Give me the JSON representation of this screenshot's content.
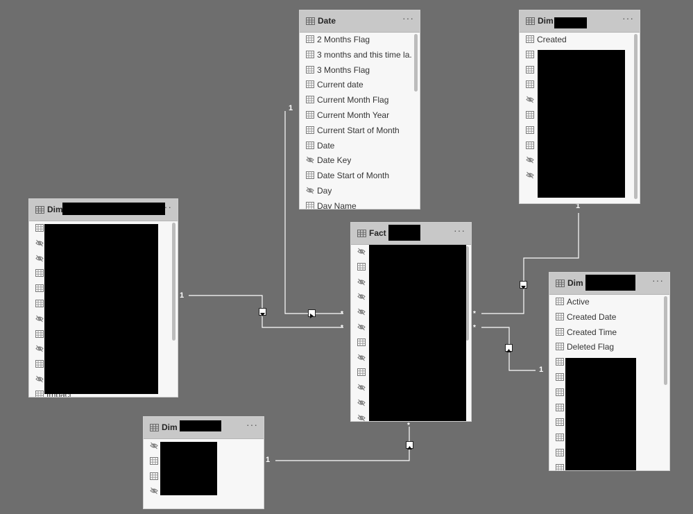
{
  "tables": {
    "date": {
      "title": "Date",
      "fields": [
        {
          "label": "2 Months Flag",
          "icon": "table-column-icon"
        },
        {
          "label": "3 months and this time la...",
          "icon": "table-column-icon"
        },
        {
          "label": "3 Months Flag",
          "icon": "table-column-icon"
        },
        {
          "label": "Current date",
          "icon": "table-column-icon"
        },
        {
          "label": "Current Month Flag",
          "icon": "table-column-icon"
        },
        {
          "label": "Current Month Year",
          "icon": "table-column-icon"
        },
        {
          "label": "Current Start of Month",
          "icon": "table-column-icon"
        },
        {
          "label": "Date",
          "icon": "table-column-icon"
        },
        {
          "label": "Date Key",
          "icon": "hidden-eye-icon"
        },
        {
          "label": "Date Start of Month",
          "icon": "table-column-icon"
        },
        {
          "label": "Day",
          "icon": "hidden-eye-icon"
        },
        {
          "label": "Day Name",
          "icon": "table-column-icon"
        }
      ]
    },
    "dim_top_right": {
      "title": "Dim",
      "fields": [
        {
          "label": "Created",
          "icon": "table-column-icon"
        },
        {
          "label": "",
          "icon": "table-column-icon"
        },
        {
          "label": "",
          "icon": "table-column-icon"
        },
        {
          "label": "",
          "icon": "table-column-icon"
        },
        {
          "label": "",
          "icon": "hidden-eye-icon"
        },
        {
          "label": "",
          "icon": "table-column-icon"
        },
        {
          "label": "",
          "icon": "table-column-icon"
        },
        {
          "label": "",
          "icon": "table-column-icon"
        },
        {
          "label": "",
          "icon": "hidden-eye-icon"
        },
        {
          "label": "",
          "icon": "hidden-eye-icon"
        }
      ]
    },
    "dim_left": {
      "title": "Dim",
      "fields": [
        {
          "label": "",
          "icon": "table-column-icon"
        },
        {
          "label": "",
          "icon": "hidden-eye-icon"
        },
        {
          "label": "",
          "icon": "hidden-eye-icon"
        },
        {
          "label": "",
          "icon": "table-column-icon"
        },
        {
          "label": "",
          "icon": "table-column-icon"
        },
        {
          "label": "",
          "icon": "table-column-icon"
        },
        {
          "label": "",
          "icon": "hidden-eye-icon"
        },
        {
          "label": "",
          "icon": "table-column-icon"
        },
        {
          "label": "",
          "icon": "hidden-eye-icon"
        },
        {
          "label": "",
          "icon": "table-column-icon"
        },
        {
          "label": "",
          "icon": "hidden-eye-icon"
        },
        {
          "label": "Impact",
          "icon": "table-column-icon"
        }
      ]
    },
    "fact": {
      "title": "Fact E",
      "fields": [
        {
          "label": "",
          "icon": "hidden-eye-icon"
        },
        {
          "label": "",
          "icon": "table-column-icon"
        },
        {
          "label": "",
          "icon": "hidden-eye-icon"
        },
        {
          "label": "",
          "icon": "hidden-eye-icon"
        },
        {
          "label": "",
          "icon": "hidden-eye-icon"
        },
        {
          "label": "",
          "icon": "hidden-eye-icon"
        },
        {
          "label": "",
          "icon": "table-column-icon"
        },
        {
          "label": "",
          "icon": "hidden-eye-icon"
        },
        {
          "label": "",
          "icon": "table-column-icon"
        },
        {
          "label": "",
          "icon": "hidden-eye-icon"
        },
        {
          "label": "",
          "icon": "hidden-eye-icon"
        },
        {
          "label": "",
          "icon": "hidden-eye-icon"
        }
      ]
    },
    "dim_s": {
      "title": "Dim S",
      "fields": [
        {
          "label": "Active",
          "icon": "table-column-icon"
        },
        {
          "label": "Created Date",
          "icon": "table-column-icon"
        },
        {
          "label": "Created Time",
          "icon": "table-column-icon"
        },
        {
          "label": "Deleted Flag",
          "icon": "table-column-icon"
        },
        {
          "label": "",
          "icon": "table-column-icon"
        },
        {
          "label": "",
          "icon": "table-column-icon"
        },
        {
          "label": "",
          "icon": "table-column-icon"
        },
        {
          "label": "",
          "icon": "table-column-icon"
        },
        {
          "label": "",
          "icon": "table-column-icon"
        },
        {
          "label": "",
          "icon": "table-column-icon"
        },
        {
          "label": "",
          "icon": "table-column-icon"
        },
        {
          "label": "",
          "icon": "table-column-icon"
        }
      ]
    },
    "dim_bottom": {
      "title": "Dim",
      "fields": [
        {
          "label": "",
          "icon": "hidden-eye-icon"
        },
        {
          "label": "",
          "icon": "table-column-icon"
        },
        {
          "label": "",
          "icon": "table-column-icon"
        },
        {
          "label": "",
          "icon": "hidden-eye-icon"
        }
      ]
    }
  },
  "relationships": {
    "one": "1",
    "many": "*"
  },
  "more_menu": "···",
  "colors": {
    "canvas": "#6e6e6e",
    "card": "#f7f7f7",
    "header": "#c8c8c8",
    "line": "#ffffff",
    "redaction": "#000000"
  }
}
